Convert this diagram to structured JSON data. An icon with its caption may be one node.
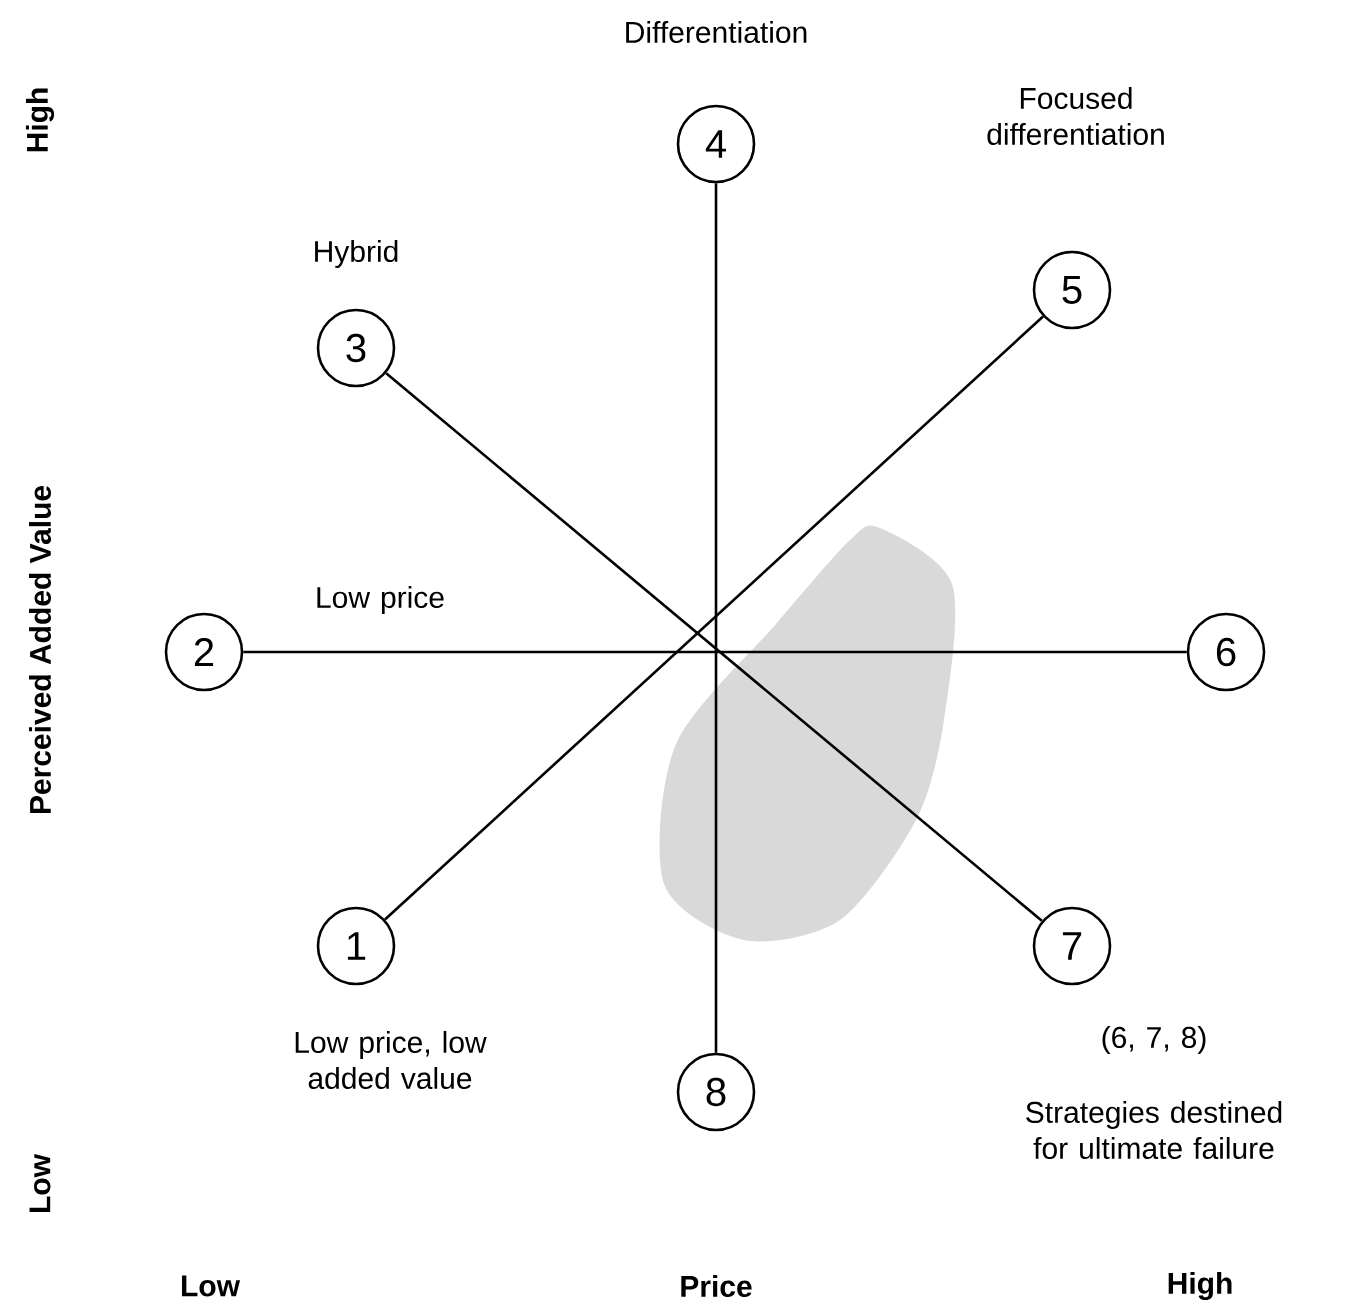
{
  "diagram": {
    "nodes": [
      {
        "text": [
          "1"
        ],
        "beside": [
          "Low price, low added value"
        ]
      },
      {
        "text": [
          "2"
        ],
        "beside": [
          "Low price"
        ]
      },
      {
        "text": [
          "3"
        ],
        "beside": [
          "Hybrid"
        ]
      },
      {
        "text": [
          "4"
        ],
        "beside": [
          "Differentiation"
        ]
      },
      {
        "text": [
          "5"
        ],
        "beside": [
          "Focused differentiation"
        ]
      },
      {
        "text": [
          "6"
        ]
      },
      {
        "text": [
          "7"
        ],
        "beside": [
          "(6, 7, 8)",
          "Strategies destined for ultimate failure"
        ]
      },
      {
        "text": [
          "8"
        ]
      }
    ],
    "edges": [
      {
        "from": 0,
        "to": 4,
        "arrow": "none"
      },
      {
        "from": 1,
        "to": 5,
        "arrow": "none"
      },
      {
        "from": 2,
        "to": 6,
        "arrow": "none"
      },
      {
        "from": 3,
        "to": 7,
        "arrow": "none"
      }
    ],
    "labels": [
      "High",
      "Perceived Added Value",
      "Low",
      "Low",
      "Price",
      "High"
    ]
  }
}
